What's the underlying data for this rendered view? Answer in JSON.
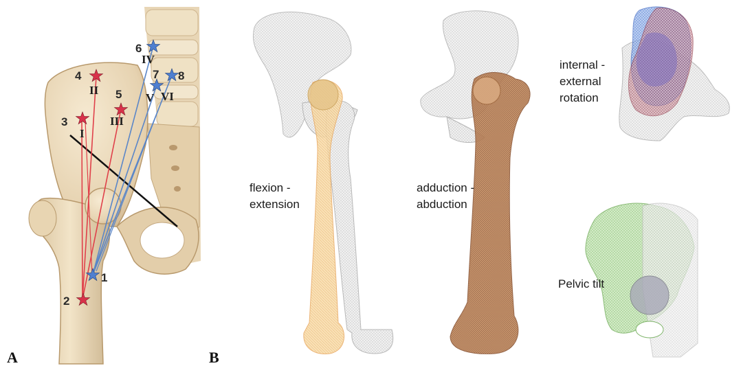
{
  "panels": [
    {
      "id": "A",
      "label": "A"
    },
    {
      "id": "B",
      "label": "B"
    }
  ],
  "anatomy": {
    "origin_points": [
      {
        "num": "1",
        "color": "blue"
      },
      {
        "num": "2",
        "color": "red"
      }
    ],
    "insertion_points": [
      {
        "num": "3",
        "roman": "I",
        "color": "red"
      },
      {
        "num": "4",
        "roman": "II",
        "color": "red"
      },
      {
        "num": "5",
        "roman": "III",
        "color": "red"
      },
      {
        "num": "6",
        "roman": "IV",
        "color": "blue"
      },
      {
        "num": "7",
        "roman": "V",
        "color": "blue"
      },
      {
        "num": "8",
        "roman": "VI",
        "color": "blue"
      }
    ],
    "colors": {
      "red_line": "#e0404a",
      "blue_line": "#5a86c8",
      "red_star": "#d8324a",
      "blue_star": "#4f7fd0",
      "bone": "#ecdcc0",
      "bone_shadow": "#c9b28c"
    }
  },
  "motions": [
    {
      "id": "flexion",
      "caption_lines": [
        "flexion -",
        "extension"
      ],
      "color": "#f2c07a"
    },
    {
      "id": "adduction",
      "caption_lines": [
        "adduction -",
        "abduction"
      ],
      "color": "#b77a4e"
    },
    {
      "id": "rotation",
      "caption_lines": [
        "internal -",
        "external",
        "rotation"
      ],
      "colors": [
        "#5b84d8",
        "#a04a5a"
      ]
    },
    {
      "id": "tilt",
      "caption_lines": [
        "Pelvic tilt"
      ],
      "color": "#7fbf6a"
    }
  ]
}
